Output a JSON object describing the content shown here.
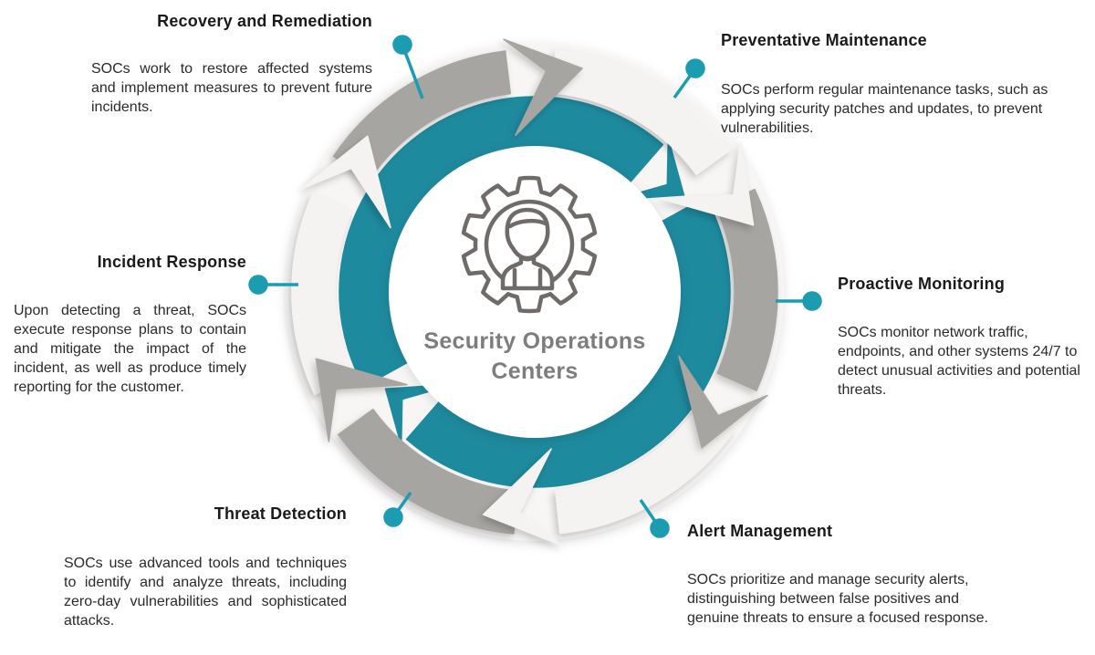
{
  "center": {
    "title_line1": "Security Operations",
    "title_line2": "Centers",
    "icon": "analyst-gear-icon"
  },
  "segments": [
    {
      "id": "recovery-remediation",
      "title": "Recovery and Remediation",
      "description": "SOCs work to restore affected systems and implement measures to prevent future incidents."
    },
    {
      "id": "preventative-maintenance",
      "title": "Preventative Maintenance",
      "description": "SOCs perform regular maintenance tasks, such as applying security patches and updates, to prevent vulnerabilities."
    },
    {
      "id": "proactive-monitoring",
      "title": "Proactive Monitoring",
      "description": "SOCs monitor network traffic, endpoints, and other systems 24/7 to detect unusual activities and potential threats."
    },
    {
      "id": "alert-management",
      "title": "Alert Management",
      "description": "SOCs prioritize and manage security alerts, distinguishing between false positives and genuine threats to ensure a focused response."
    },
    {
      "id": "threat-detection",
      "title": "Threat Detection",
      "description": "SOCs use advanced tools and techniques to identify and analyze threats, including zero-day vulnerabilities and sophisticated attacks."
    },
    {
      "id": "incident-response",
      "title": "Incident Response",
      "description": "Upon detecting a threat, SOCs execute response plans to contain and mitigate the impact of the incident, as well as produce timely reporting for the customer."
    }
  ],
  "colors": {
    "teal_ring": "#1e8a9e",
    "pin_teal": "#1b9cb0",
    "gray_arrow": "#a7a5a2",
    "light_arrow": "#f4f3f1",
    "base_ring": "#f7f6f4",
    "heading_text": "#1a1a1a",
    "body_text": "#2a2a2a",
    "title_gray": "#7d7d7d",
    "icon_gray": "#6f6b68"
  }
}
